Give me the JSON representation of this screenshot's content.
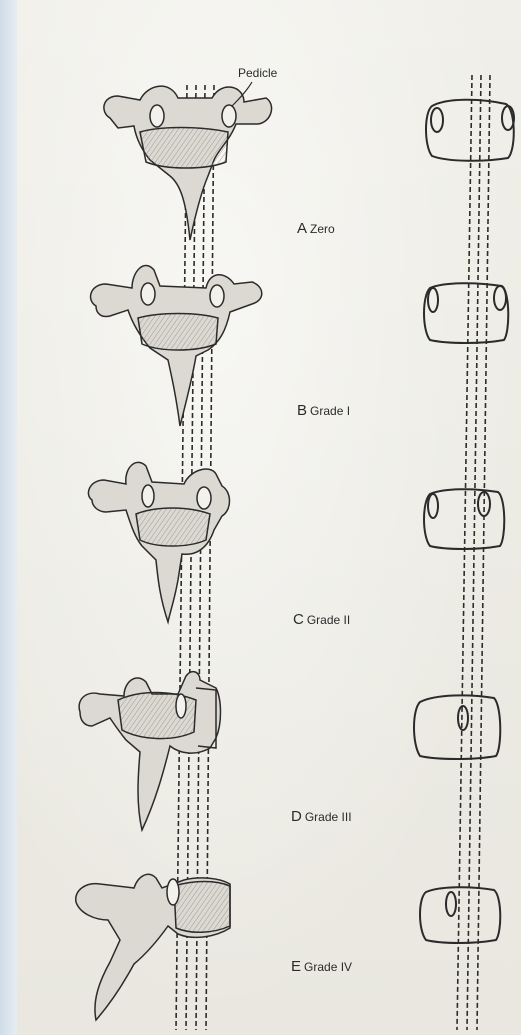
{
  "figure": {
    "pedicle_label": "Pedicle",
    "grades": [
      {
        "letter": "A",
        "name": "Zero"
      },
      {
        "letter": "B",
        "name": "Grade I"
      },
      {
        "letter": "C",
        "name": "Grade II"
      },
      {
        "letter": "D",
        "name": "Grade III"
      },
      {
        "letter": "E",
        "name": "Grade IV"
      }
    ],
    "colors": {
      "ink": "#2b2b2b",
      "bone": "#d9d6cf",
      "paper": "#efeee8"
    }
  }
}
